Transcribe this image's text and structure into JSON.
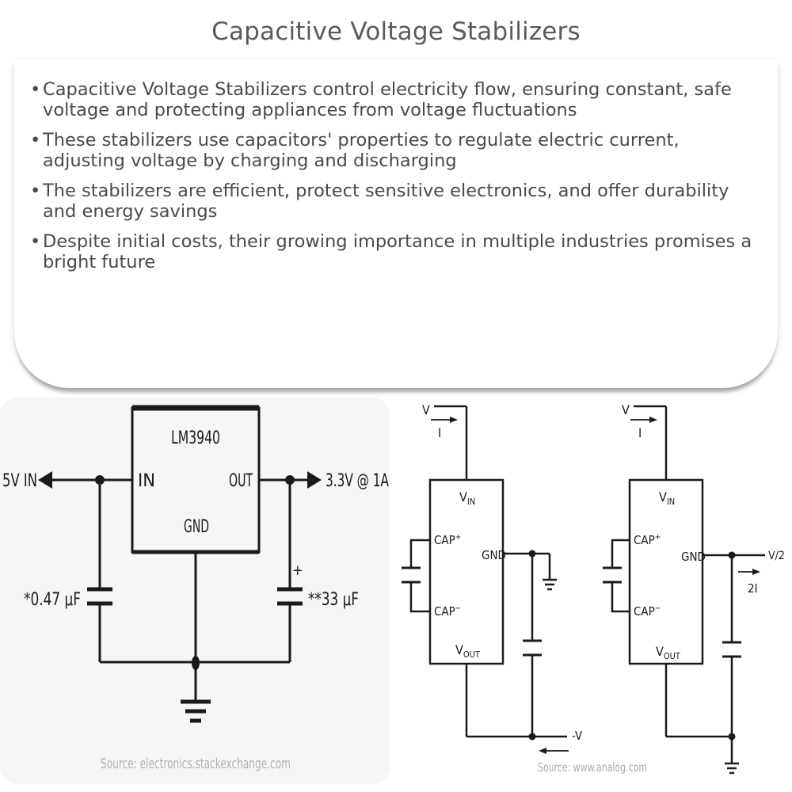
{
  "page": {
    "title": "Capacitive Voltage Stabilizers"
  },
  "summary": {
    "bullets": [
      "Capacitive Voltage Stabilizers control electricity flow, ensuring constant, safe voltage and protecting appliances from voltage fluctuations",
      "These stabilizers use capacitors' properties to regulate electric current, adjusting voltage by charging and discharging",
      "The stabilizers are efficient, protect sensitive electronics, and offer durability and energy savings",
      "Despite initial costs, their growing importance in multiple industries promises a bright future"
    ]
  },
  "circuit_left": {
    "chip_name": "LM3940",
    "pin_in": "IN",
    "pin_out": "OUT",
    "pin_gnd": "GND",
    "input_label": "5V IN",
    "output_label": "3.3V @ 1A",
    "cap_in_label": "*0.47 μF",
    "cap_out_label": "**33 μF",
    "cap_out_polarity": "+",
    "source": "Source: electronics.stackexchange.com"
  },
  "circuit_mid": {
    "v_label": "V",
    "i_label": "I",
    "vin_label": "V",
    "vin_sub": "IN",
    "cap_plus_label": "CAP",
    "cap_plus_sup": "+",
    "cap_minus_label": "CAP",
    "cap_minus_sup": "−",
    "gnd_label": "GND",
    "vout_label": "V",
    "vout_sub": "OUT",
    "out_label": "-V"
  },
  "circuit_right": {
    "v_label": "V",
    "i_label": "I",
    "vin_label": "V",
    "vin_sub": "IN",
    "cap_plus_label": "CAP",
    "cap_plus_sup": "+",
    "cap_minus_label": "CAP",
    "cap_minus_sup": "−",
    "gnd_label": "GND",
    "vout_label": "V",
    "vout_sub": "OUT",
    "out_label": "V/2",
    "current_label": "2I"
  },
  "source_right": "Source: www.analog.com"
}
